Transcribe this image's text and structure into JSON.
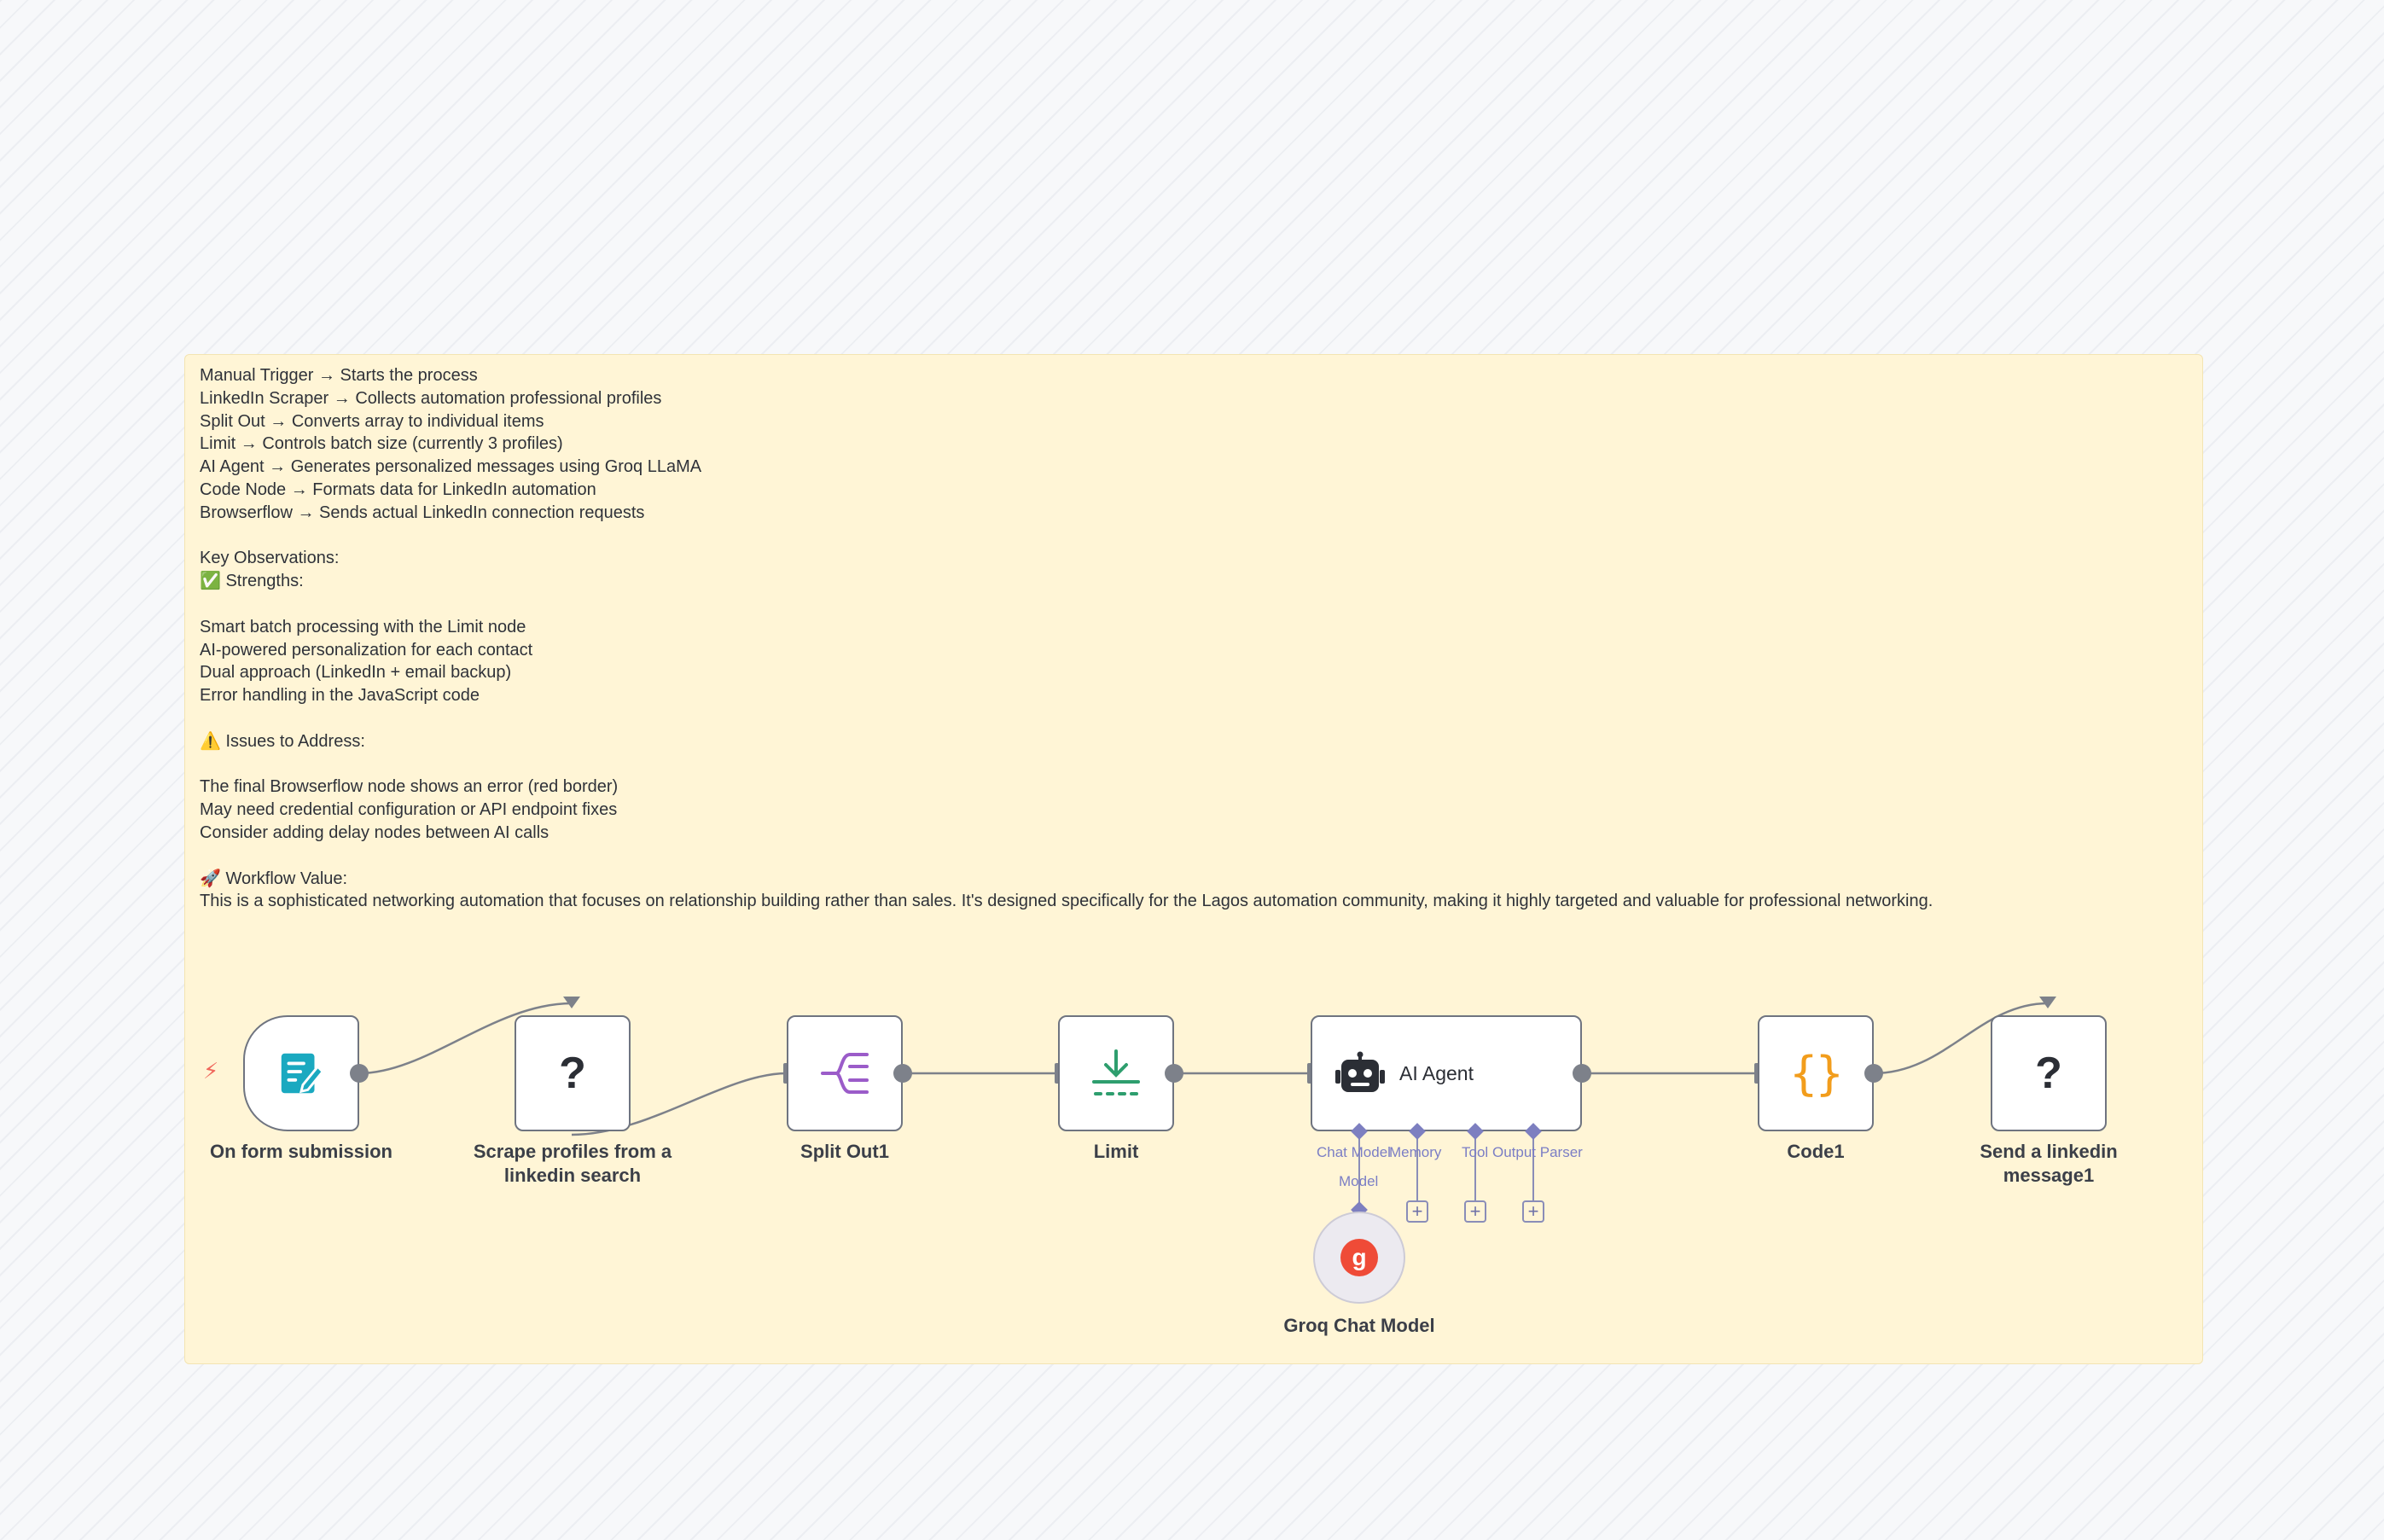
{
  "sticky_note": {
    "lines": [
      "Manual Trigger → Starts the process",
      "LinkedIn Scraper → Collects automation professional profiles",
      "Split Out → Converts array to individual items",
      "Limit → Controls batch size (currently 3 profiles)",
      "AI Agent → Generates personalized messages using Groq LLaMA",
      "Code Node → Formats data for LinkedIn automation",
      "Browserflow → Sends actual LinkedIn connection requests",
      "",
      "Key Observations:",
      "✅ Strengths:",
      "",
      "Smart batch processing with the Limit node",
      "AI-powered personalization for each contact",
      "Dual approach (LinkedIn + email backup)",
      "Error handling in the JavaScript code",
      "",
      "⚠️ Issues to Address:",
      "",
      "The final Browserflow node shows an error (red border)",
      "May need credential configuration or API endpoint fixes",
      "Consider adding delay nodes between AI calls",
      "",
      "🚀 Workflow Value:",
      "This is a sophisticated networking automation that focuses on relationship building rather than sales. It's designed specifically for the Lagos automation community, making it highly targeted and valuable for professional networking."
    ]
  },
  "nodes": {
    "form_trigger": {
      "label": "On form submission",
      "icon": "form-edit-icon"
    },
    "scrape": {
      "label": "Scrape profiles from a linkedin search",
      "icon": "unknown-question-icon",
      "glyph": "?"
    },
    "split_out": {
      "label": "Split Out1",
      "icon": "split-out-icon"
    },
    "limit": {
      "label": "Limit",
      "icon": "limit-download-icon"
    },
    "ai_agent": {
      "label": "AI Agent",
      "icon": "robot-icon",
      "sub_inputs": [
        "Chat Model",
        "Memory",
        "Tool",
        "Output Parser"
      ],
      "model_label": "Model"
    },
    "code": {
      "label": "Code1",
      "icon": "curly-braces-icon",
      "glyph": "{}"
    },
    "send_message": {
      "label": "Send a linkedin message1",
      "icon": "unknown-question-icon",
      "glyph": "?"
    },
    "groq": {
      "label": "Groq Chat Model",
      "icon": "groq-logo-icon",
      "glyph": "g"
    }
  },
  "colors": {
    "sticky_bg": "#fff5d6",
    "form_icon": "#1aa9c0",
    "split_icon": "#9b5cc9",
    "limit_icon": "#2e9e6e",
    "code_icon": "#f29d1c",
    "groq_icon": "#ef4b37",
    "sub_node": "#7d7fc0",
    "trigger_bolt": "#f0675c"
  }
}
